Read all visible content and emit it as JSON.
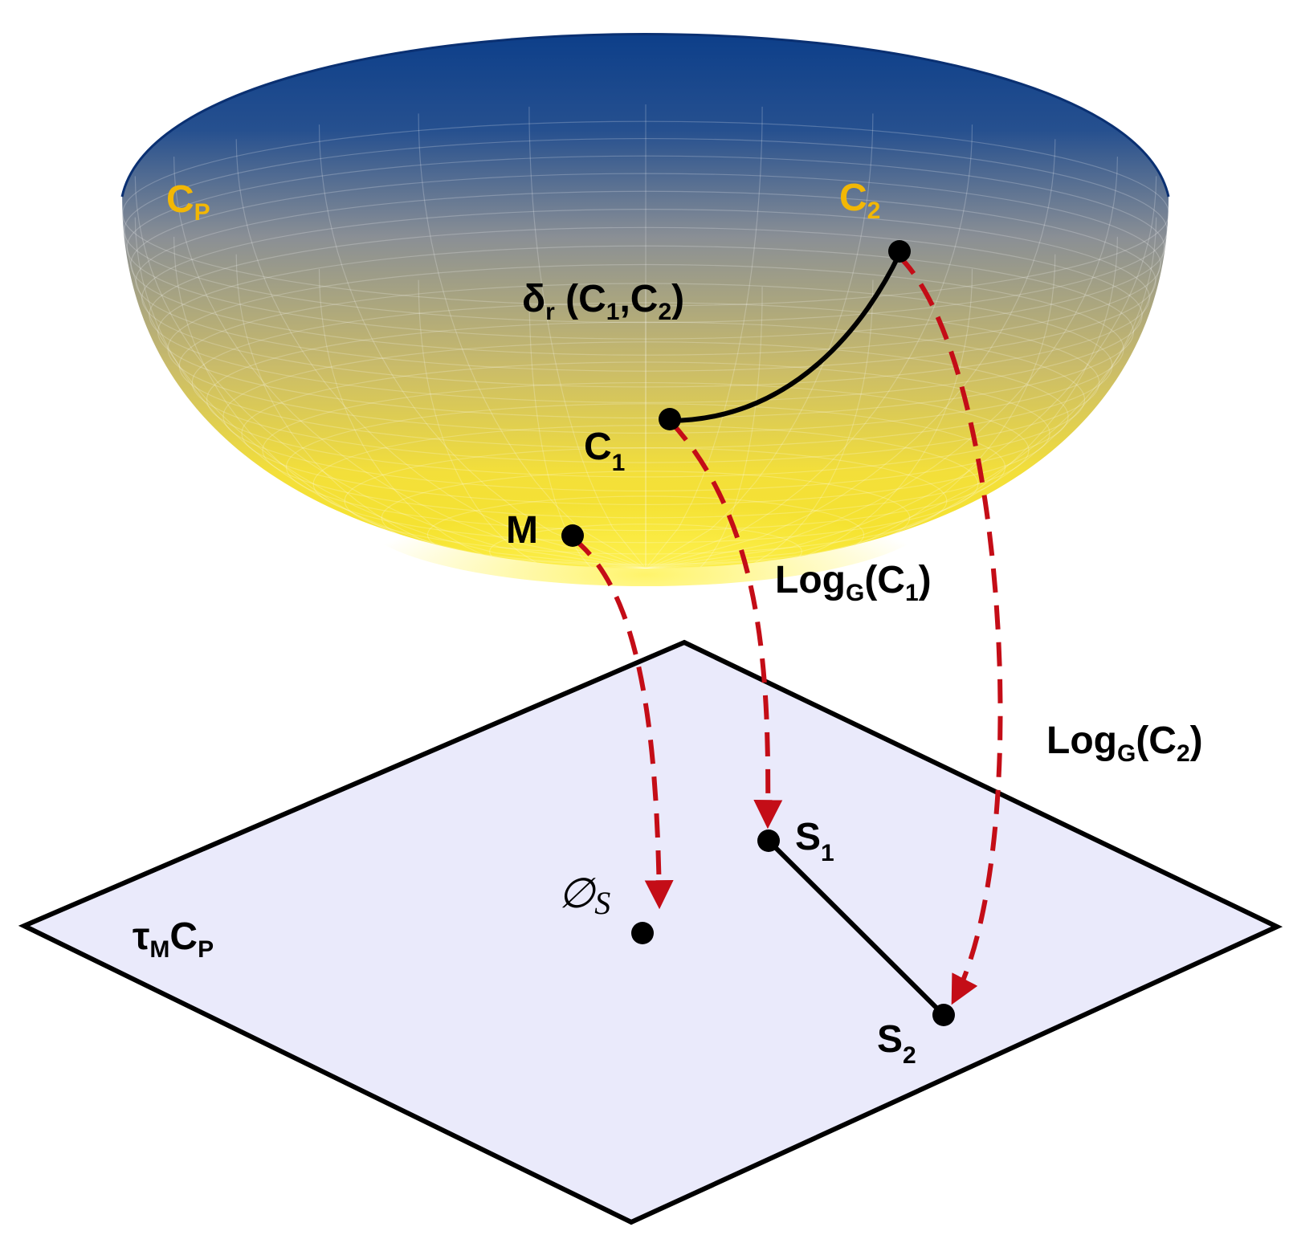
{
  "colors": {
    "bowl_top": "#0d3f8a",
    "bowl_mid": "#8a8f95",
    "bowl_bottom": "#f7e52a",
    "plane_fill": "#eaeafb",
    "arrow": "#c40d17",
    "gold_label": "#f2b705"
  },
  "labels": {
    "manifold": {
      "base": "C",
      "sub": "P"
    },
    "c2": {
      "base": "C",
      "sub": "2"
    },
    "c1": {
      "base": "C",
      "sub": "1"
    },
    "distance": {
      "delta": "δ",
      "r": "r",
      "open": " (C",
      "one": "1",
      "mid": ",C",
      "two": "2",
      "close": ")"
    },
    "m": "M",
    "log_c1": {
      "log": "Log",
      "g": "G",
      "open": "(C",
      "one": "1",
      "close": ")"
    },
    "log_c2": {
      "log": "Log",
      "g": "G",
      "open": "(C",
      "two": "2",
      "close": ")"
    },
    "phi_s": {
      "phi": "∅",
      "s": "S"
    },
    "s1": {
      "base": "S",
      "sub": "1"
    },
    "s2": {
      "base": "S",
      "sub": "2"
    },
    "tangent": {
      "tau": "τ",
      "m": "M",
      "c": "C",
      "p": "P"
    }
  }
}
